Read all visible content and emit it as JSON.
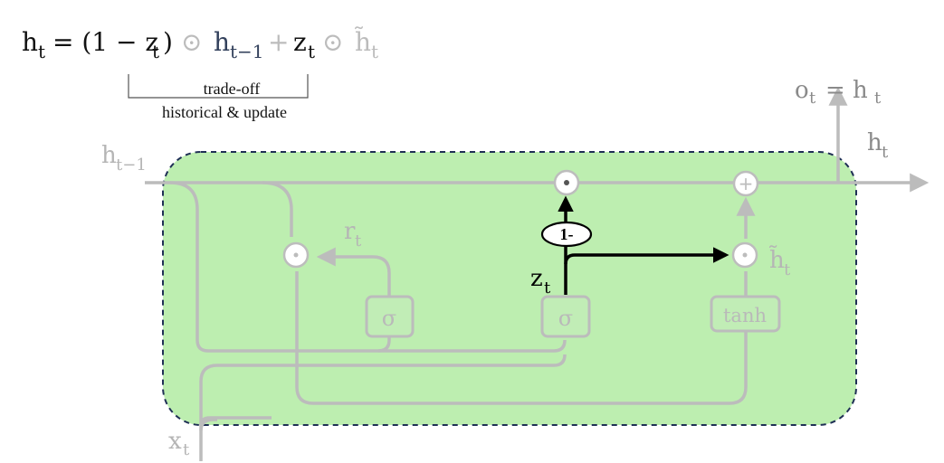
{
  "equation": {
    "lhs": "h",
    "lhs_sub": "t",
    "equals": "= (1 − z",
    "z_sub": "t",
    "close_paren": ")",
    "odot1": "⊙",
    "h_prev": "h",
    "h_prev_sub": "t−1",
    "plus": "+",
    "z2": "z",
    "z2_sub": "t",
    "odot2": "⊙",
    "h_tilde": "h̃",
    "h_tilde_sub": "t"
  },
  "annotation": {
    "line1": "trade-off",
    "line2": "historical & update"
  },
  "labels": {
    "output": "o",
    "output_sub": "t",
    "output_eq": "= h",
    "output_eq_sub": "t",
    "h_out": "h",
    "h_out_sub": "t",
    "h_in": "h",
    "h_in_sub": "t−1",
    "x_in": "x",
    "x_in_sub": "t",
    "r": "r",
    "r_sub": "t",
    "z": "z",
    "z_sub": "t",
    "h_tilde": "h̃",
    "h_tilde_sub": "t"
  },
  "gates": {
    "sigma_r": "σ",
    "sigma_z": "σ",
    "tanh": "tanh",
    "one_minus": "1-"
  },
  "ops": {
    "mul": "⊙",
    "add": "+"
  },
  "colors": {
    "cell_fill": "#bdeeb0",
    "cell_border": "#1f2f55",
    "highlight_path": "#000000",
    "wires": "#bcbcbc"
  }
}
